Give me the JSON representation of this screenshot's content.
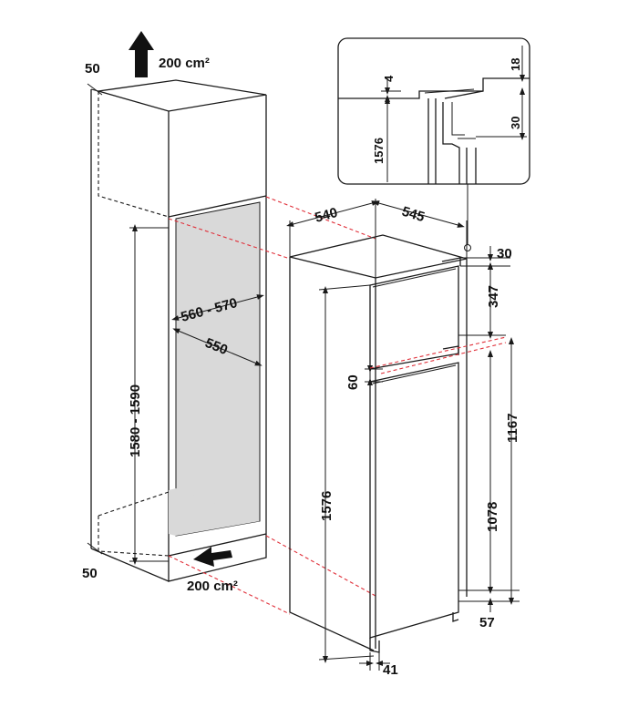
{
  "labels": {
    "vent_top_area": "200 cm²",
    "vent_bottom_area": "200 cm²",
    "gap_top": "50",
    "gap_bottom": "50",
    "niche_height": "1580 - 1590",
    "niche_width": "560 - 570",
    "niche_depth": "550",
    "fridge_width": "540",
    "fridge_depth": "545",
    "fridge_height": "1576",
    "top_offset": "30",
    "freezer_door": "347",
    "door_gap": "60",
    "upper_hinge_height": "1167",
    "lower_door_height": "1078",
    "foot_height": "57",
    "foot_depth": "41",
    "detail_gap": "4",
    "detail_top": "18",
    "detail_height": "1576",
    "detail_lower": "30"
  },
  "colors": {
    "line": "#1a1a1a",
    "ventilation_path": "#e0303a",
    "niche_shade": "#d9d9d9"
  }
}
